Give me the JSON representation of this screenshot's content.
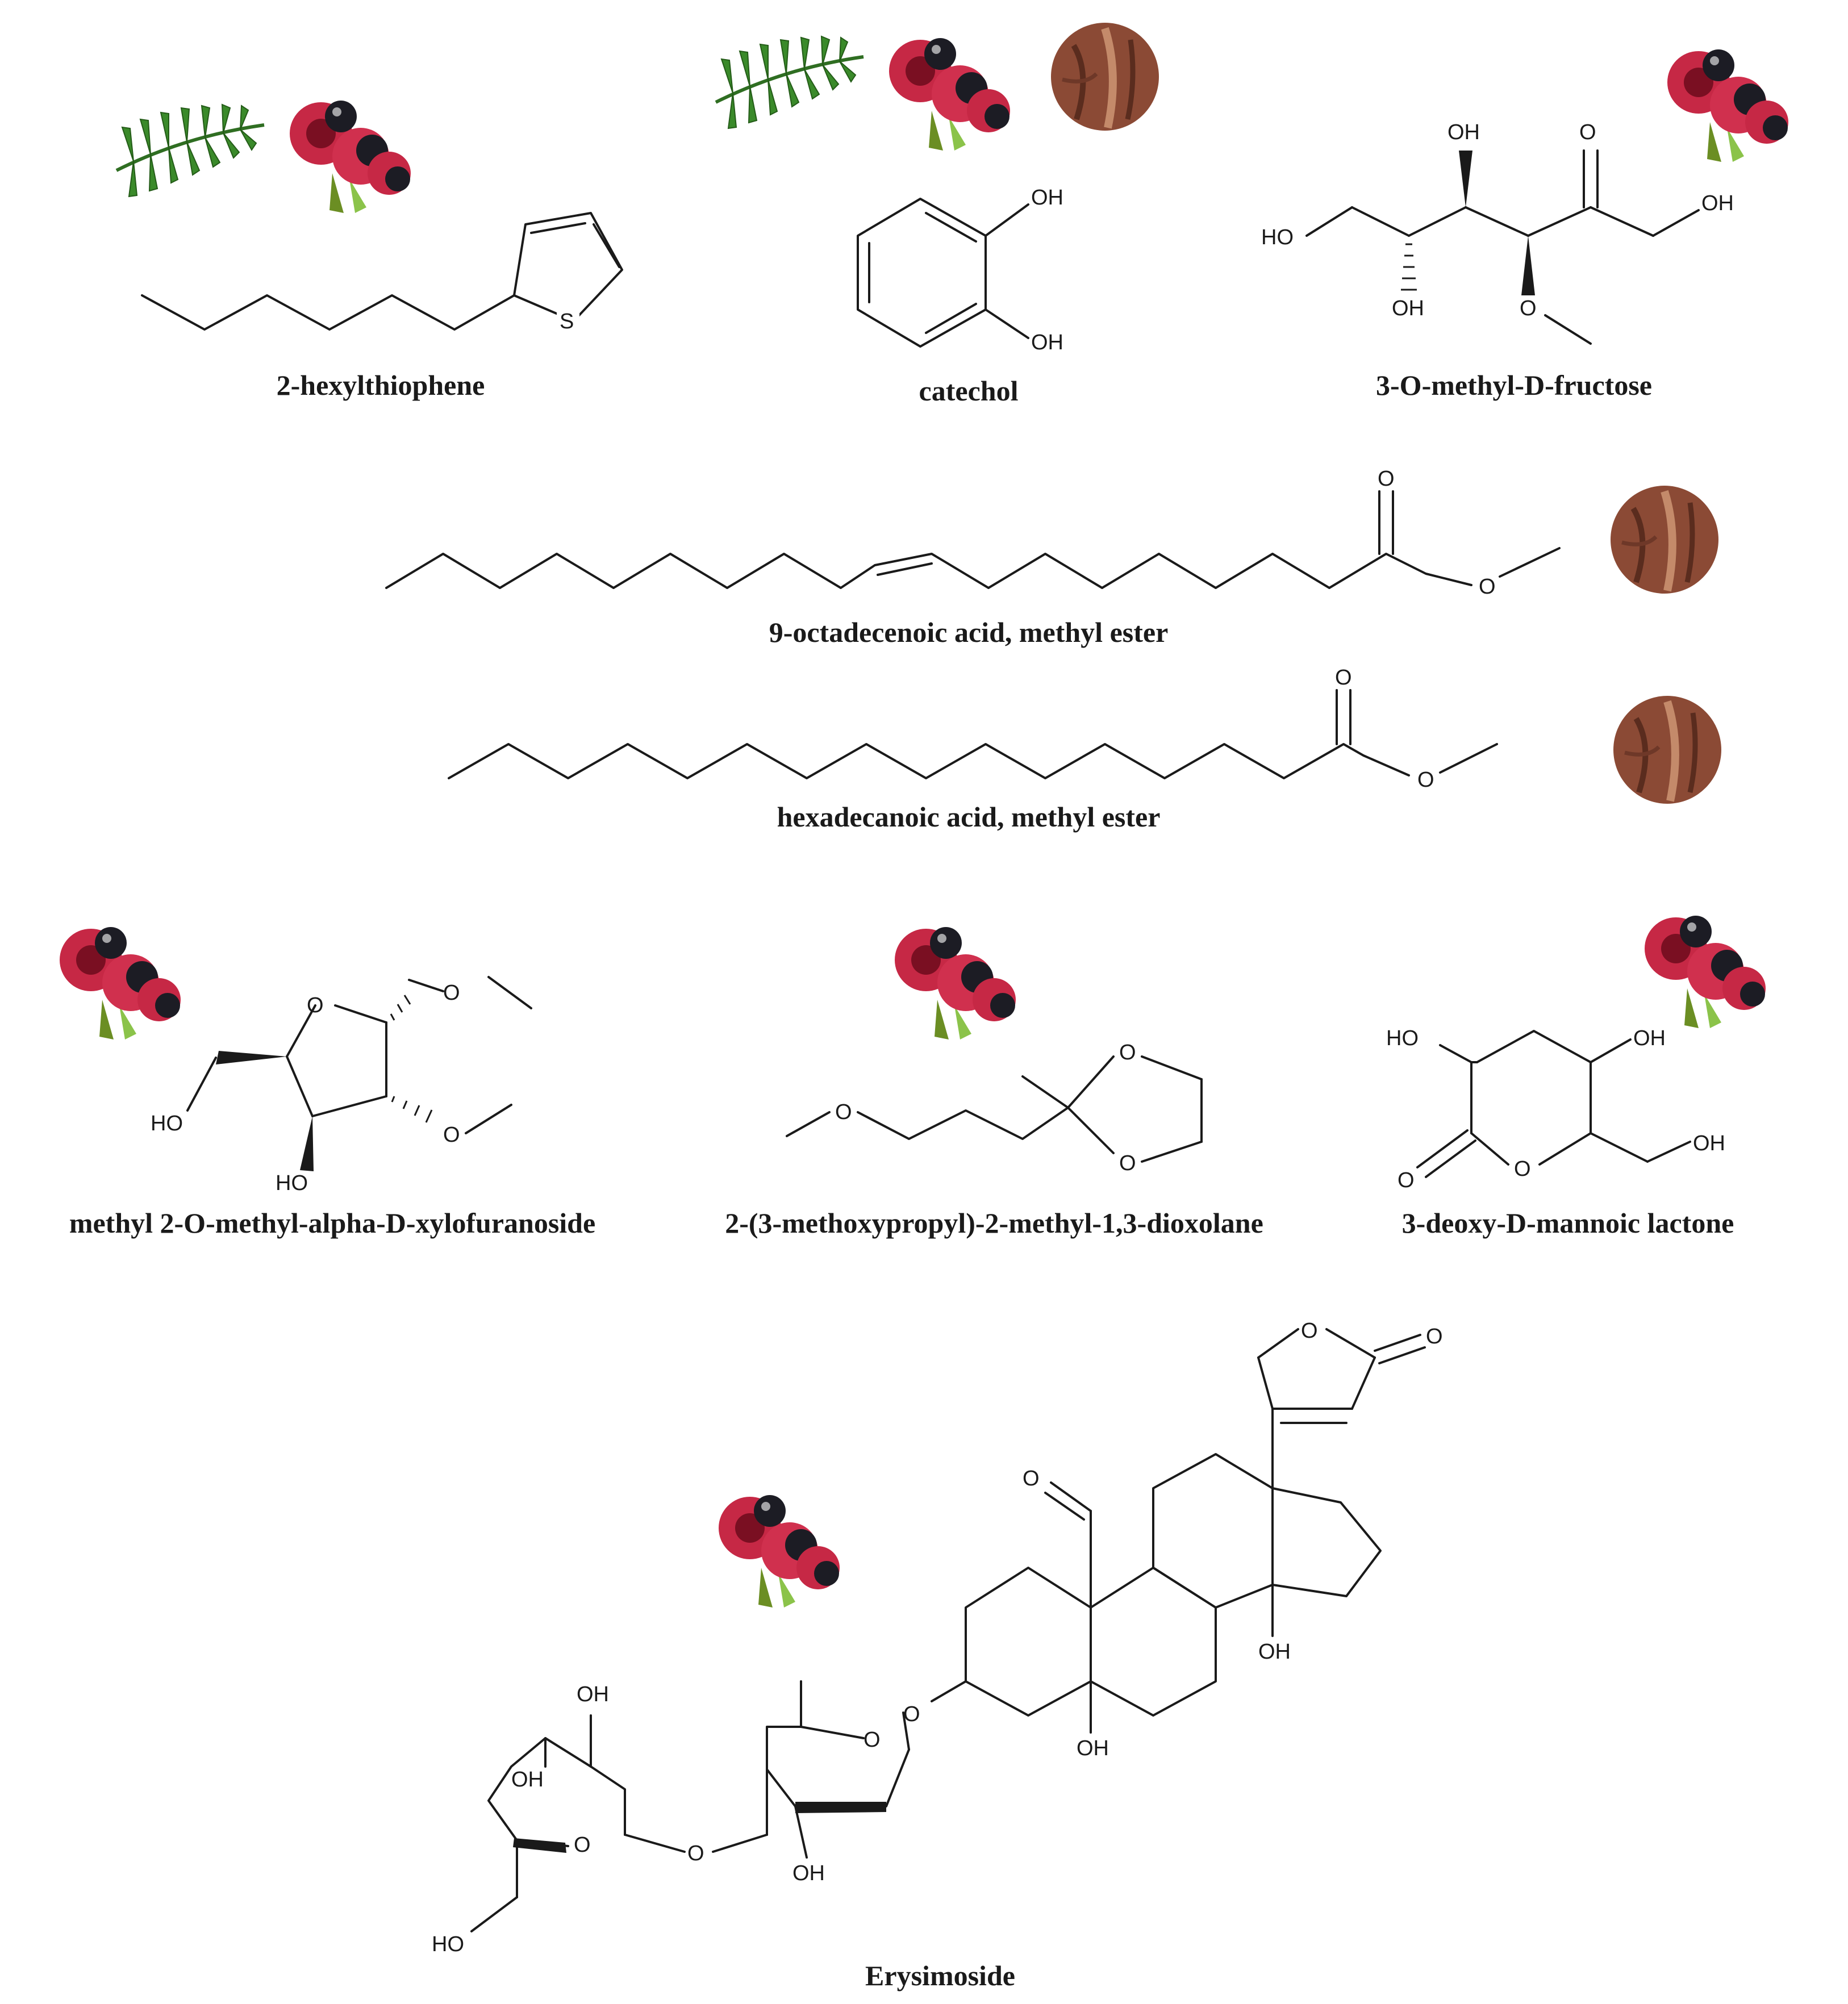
{
  "figure": {
    "compounds": [
      {
        "id": "hexylthiophene",
        "name": "2-hexylthiophene",
        "sources": [
          "yew-leaf",
          "yew-aril"
        ]
      },
      {
        "id": "catechol",
        "name": "catechol",
        "sources": [
          "yew-leaf",
          "yew-aril",
          "yew-bark"
        ]
      },
      {
        "id": "methylfructose",
        "name": "3-O-methyl-D-fructose",
        "sources": [
          "yew-aril"
        ]
      },
      {
        "id": "octadecenoate",
        "name": "9-octadecenoic acid, methyl ester",
        "sources": [
          "yew-bark"
        ]
      },
      {
        "id": "hexadecanoate",
        "name": "hexadecanoic acid, methyl ester",
        "sources": [
          "yew-bark"
        ]
      },
      {
        "id": "xylofuranoside",
        "name": "methyl 2-O-methyl-alpha-D-xylofuranoside",
        "sources": [
          "yew-aril"
        ]
      },
      {
        "id": "dioxolane",
        "name": "2-(3-methoxypropyl)-2-methyl-1,3-dioxolane",
        "sources": [
          "yew-aril"
        ]
      },
      {
        "id": "lactone",
        "name": "3-deoxy-D-mannoic lactone",
        "sources": [
          "yew-aril"
        ]
      },
      {
        "id": "erysimoside",
        "name": "Erysimoside",
        "sources": [
          "yew-aril"
        ]
      }
    ],
    "atom_labels": {
      "OH": "OH",
      "HO": "HO",
      "O": "O",
      "S": "S"
    },
    "colors": {
      "bond": "#1a1a1a",
      "needle": "#2e7d32",
      "aril": "#c62845",
      "seed": "#1c1c24",
      "bark": "#8b4a35"
    }
  }
}
